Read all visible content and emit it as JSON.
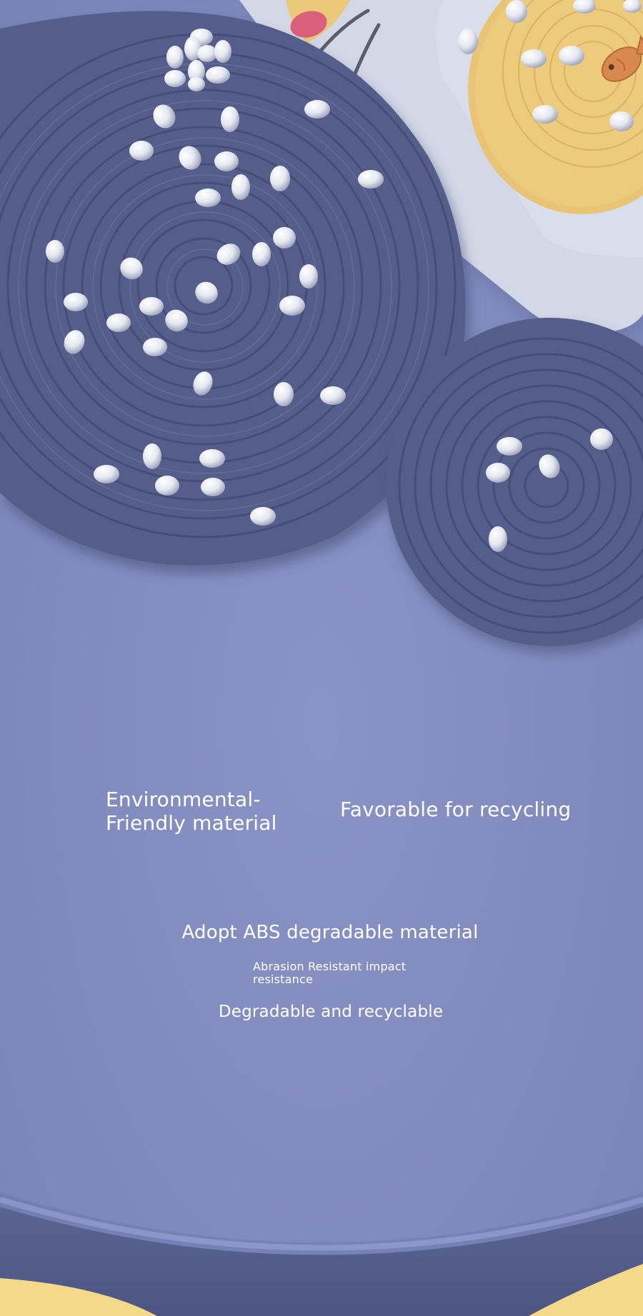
{
  "colors": {
    "background": "#8089bb",
    "coaster_dark": "#545d8a",
    "plate_white": "#d7dcea",
    "plate_yellow": "#ecc877",
    "text": "#ffffff"
  },
  "icons": [
    "fish-icon",
    "cat-ear-illustration"
  ],
  "features": {
    "environmental": "Environmental-\nFriendly material",
    "recycling": "Favorable for recycling"
  },
  "material": {
    "title": "Adopt ABS degradable material",
    "abrasion": "Abrasion Resistant impact\nresistance",
    "degradable": "Degradable and recyclable"
  }
}
